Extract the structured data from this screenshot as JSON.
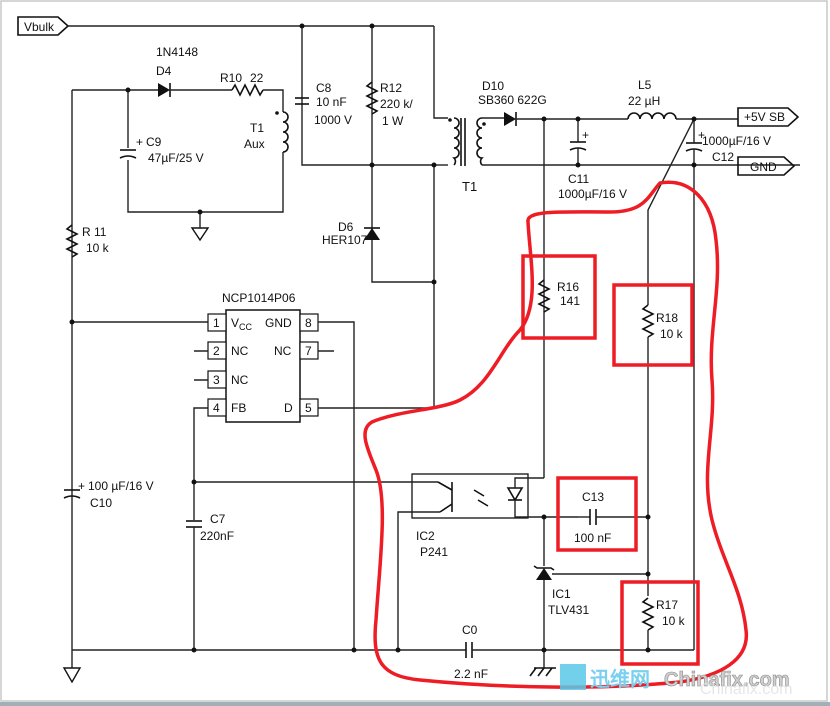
{
  "nodes": {
    "vbulk": "Vbulk",
    "plus5v": "+5V SB",
    "gnd": "GND"
  },
  "ic": {
    "title": "NCP1014P06",
    "pins": [
      {
        "num": "1",
        "name": "V",
        "sub": "CC"
      },
      {
        "num": "2",
        "name": "NC"
      },
      {
        "num": "3",
        "name": "NC"
      },
      {
        "num": "4",
        "name": "FB"
      },
      {
        "num": "8",
        "name": "GND"
      },
      {
        "num": "7",
        "name": "NC"
      },
      {
        "num": "5",
        "name": "D"
      }
    ]
  },
  "components": {
    "d4": {
      "ref": "D4",
      "part": "1N4148"
    },
    "r10": {
      "ref": "R10",
      "value": "22"
    },
    "c9": {
      "ref": "C9",
      "value": "47µF/25 V"
    },
    "t1aux": {
      "ref": "T1",
      "value": "Aux"
    },
    "c8": {
      "ref": "C8",
      "value1": "10 nF",
      "value2": "1000 V"
    },
    "r12": {
      "ref": "R12",
      "value1": "220 k/",
      "value2": "1 W"
    },
    "d6": {
      "ref": "D6",
      "part": "HER107"
    },
    "t1": {
      "ref": "T1"
    },
    "d10": {
      "ref": "D10",
      "part": "SB360 622G"
    },
    "l5": {
      "ref": "L5",
      "value": "22 µH"
    },
    "c11": {
      "ref": "C11",
      "value": "1000µF/16 V"
    },
    "c12": {
      "ref": "C12",
      "value": "1000µF/16 V"
    },
    "r11": {
      "ref": "R 11",
      "value": "10 k"
    },
    "c10": {
      "ref": "C10",
      "value": "100 µF/16 V"
    },
    "c7": {
      "ref": "C7",
      "value": "220nF"
    },
    "r16": {
      "ref": "R16",
      "value": "141"
    },
    "r18": {
      "ref": "R18",
      "value": "10 k"
    },
    "c13": {
      "ref": "C13",
      "value": "100 nF"
    },
    "ic2": {
      "ref": "IC2",
      "part": "P241"
    },
    "ic1": {
      "ref": "IC1",
      "part": "TLV431"
    },
    "r17": {
      "ref": "R17",
      "value": "10 k"
    },
    "c0": {
      "ref": "C0",
      "value": "2.2 nF"
    }
  },
  "watermark": {
    "cn": "迅维网",
    "en": "Chinafix.com",
    "sub": "Chinafix.com"
  },
  "colors": {
    "wire": "#222222",
    "highlight": "#ee1c24",
    "background": "#ffffff"
  }
}
